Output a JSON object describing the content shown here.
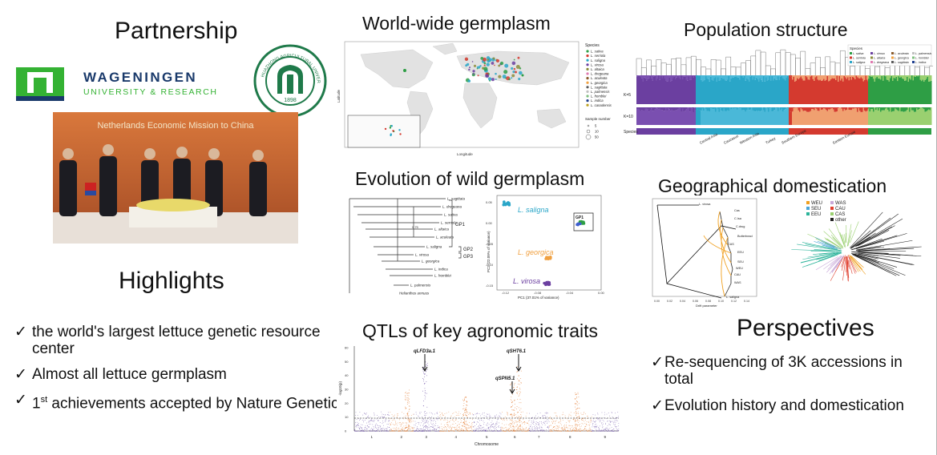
{
  "partnership": {
    "title": "Partnership",
    "wur_name": "WAGENINGEN",
    "wur_sub": "UNIVERSITY & RESEARCH",
    "hzau_text": "HUAZHONG AGRICULTURAL UNIVERSITY",
    "hzau_year": "1898",
    "photo_banner": "Netherlands Economic Mission to China"
  },
  "highlights": {
    "title": "Highlights",
    "items": [
      {
        "mark": "✓",
        "text": "the world's largest lettuce genetic resource center"
      },
      {
        "mark": "✓",
        "text": "Almost all lettuce germplasm"
      },
      {
        "mark": "✓",
        "pre": "1",
        "sup": "st",
        "text": " achievements accepted by Nature Genetics"
      }
    ]
  },
  "world": {
    "title": "World-wide germplasm",
    "legend_title": "Species",
    "species": [
      "L. sativa",
      "L. serriola",
      "L. saligna",
      "L. virosa",
      "L. altaica",
      "L. dregeana",
      "L. aculeata",
      "L. georgica",
      "L. sagittata",
      "L. palmensis",
      "L. homblei",
      "L. indica",
      "L. canadensis"
    ],
    "colors": [
      "#2e9e45",
      "#d43a2f",
      "#2aa6c8",
      "#6b3fa0",
      "#8c8c3a",
      "#e07ab0",
      "#8a5a2a",
      "#f0a040",
      "#5a5a5a",
      "#c0c0c0",
      "#7fbf7f",
      "#1f3f8f",
      "#bba020"
    ],
    "size_title": "Sample number",
    "sizes": [
      "5",
      "10",
      "50"
    ],
    "ylabel": "Latitude",
    "xlabel": "Longitude"
  },
  "popstruct": {
    "title": "Population structure",
    "legend_title": "Species",
    "rows": [
      "K=5",
      "K=10",
      "Species"
    ],
    "regions": [
      "Central Asia",
      "Caucasus",
      "Western Asia",
      "Turkey",
      "Southern Europe",
      "Eastern Europe"
    ]
  },
  "evolution": {
    "title": "Evolution of wild germplasm",
    "tree_taxa": [
      "L. sagittata",
      "L. dregeana",
      "L. sativa",
      "L. serriola",
      "L. altaica",
      "L. aculeata",
      "L. saligna",
      "L. virosa",
      "L. georgica",
      "L. indica",
      "L. homblei",
      "L. palmensis",
      "Helianthus annuus"
    ],
    "bootstrap": "0.75",
    "groups": [
      "GP1",
      "GP2",
      "GP3"
    ],
    "pca_labels": [
      "L. saligna",
      "L. georgica",
      "L. virosa"
    ],
    "pca_box": "GP1",
    "pc1_label": "PC1 (37.01% of variance)",
    "pc2_label": "PC2 (22.09% of variance)",
    "x_ticks": [
      "-0.12",
      "-0.08",
      "-0.04",
      "0.00"
    ],
    "y_ticks": [
      "0.05",
      "0.00",
      "-0.05",
      "-0.10",
      "-0.15"
    ]
  },
  "geo": {
    "title": "Geographical domestication",
    "legend": [
      {
        "label": "WEU",
        "color": "#f0a020"
      },
      {
        "label": "SEU",
        "color": "#4aa5d8"
      },
      {
        "label": "EEU",
        "color": "#2bb39a"
      },
      {
        "label": "WAS",
        "color": "#c8a8d8"
      },
      {
        "label": "CAU",
        "color": "#e04030"
      },
      {
        "label": "CAS",
        "color": "#9ad070"
      },
      {
        "label": "other",
        "color": "#222222"
      }
    ],
    "nodes": [
      "L. virosa",
      "Cas",
      "C.Isa",
      "C.drug",
      "Butterhead",
      "CAS",
      "EEU",
      "SEU",
      "WEU",
      "CAU",
      "WAS",
      "L. saligna"
    ],
    "x_ticks": [
      "0.00",
      "0.02",
      "0.04",
      "0.06",
      "0.08",
      "0.10",
      "0.12",
      "0.14"
    ],
    "xlabel": "Drift parameter"
  },
  "qtl": {
    "title": "QTLs of key agronomic traits",
    "ylabel": "-log10(p)",
    "y_ticks": [
      "0",
      "10",
      "20",
      "30",
      "40",
      "50",
      "60"
    ],
    "xlabel": "Chromosome",
    "chromosomes": [
      "1",
      "2",
      "3",
      "4",
      "5",
      "6",
      "7",
      "8",
      "9"
    ],
    "annotations": [
      "qLFD3a.1",
      "qSHT6.1",
      "qSPN5.1"
    ]
  },
  "perspectives": {
    "title": "Perspectives",
    "items": [
      {
        "mark": "✓",
        "text": "Re-sequencing of 3K accessions in total"
      },
      {
        "mark": "✓",
        "text": "Evolution history and domestication"
      }
    ]
  }
}
